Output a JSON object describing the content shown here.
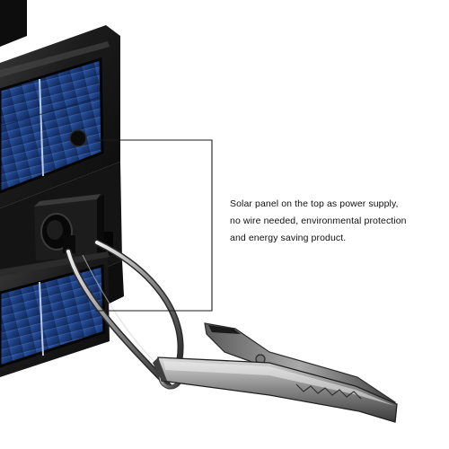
{
  "callout": {
    "lines": [
      "Solar panel on the top as power supply,",
      "no wire needed, environmental protection",
      "and energy saving product."
    ]
  },
  "colors": {
    "panel_blue": "#1f3f7a",
    "housing": "#1a1a1a",
    "clip_metal": "#8a8a8a",
    "callout_line": "#1c1c1c"
  }
}
